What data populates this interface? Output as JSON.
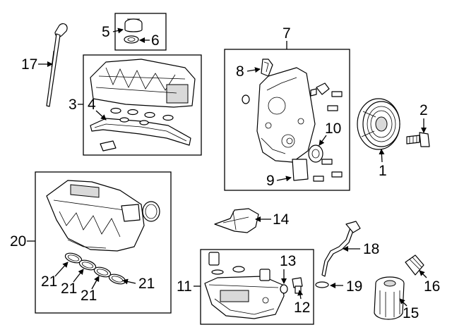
{
  "callouts": {
    "c1": "1",
    "c2": "2",
    "c3": "3",
    "c4": "4",
    "c5": "5",
    "c6": "6",
    "c7": "7",
    "c8": "8",
    "c9": "9",
    "c10": "10",
    "c11": "11",
    "c12": "12",
    "c13": "13",
    "c14": "14",
    "c15": "15",
    "c16": "16",
    "c17": "17",
    "c18": "18",
    "c19": "19",
    "c20": "20",
    "c21a": "21",
    "c21b": "21",
    "c21c": "21",
    "c21d": "21"
  },
  "colors": {
    "line": "#000000",
    "background": "#ffffff",
    "shade": "#d9d9d9"
  }
}
